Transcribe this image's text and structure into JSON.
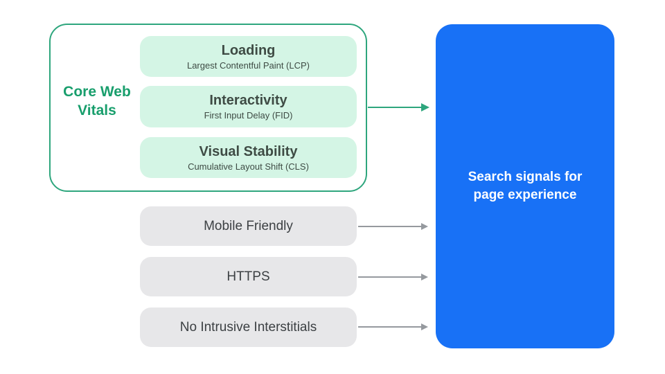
{
  "colors": {
    "green_text": "#189E6C",
    "green_border": "#2EA67D",
    "mint_fill": "#D4F5E5",
    "metric_text": "#3E4B44",
    "gray_fill": "#E7E7E9",
    "gray_text": "#3C4043",
    "blue_fill": "#1871F6",
    "white_text": "#FFFFFF",
    "arrow_gray": "#95999E"
  },
  "core_web_vitals": {
    "label": "Core Web Vitals",
    "metrics": [
      {
        "title": "Loading",
        "subtitle": "Largest Contentful Paint (LCP)"
      },
      {
        "title": "Interactivity",
        "subtitle": "First Input Delay (FID)"
      },
      {
        "title": "Visual Stability",
        "subtitle": "Cumulative Layout Shift (CLS)"
      }
    ]
  },
  "other_signals": [
    {
      "label": "Mobile Friendly"
    },
    {
      "label": "HTTPS"
    },
    {
      "label": "No Intrusive Interstitials"
    }
  ],
  "target": {
    "title": "Search signals for page experience"
  }
}
